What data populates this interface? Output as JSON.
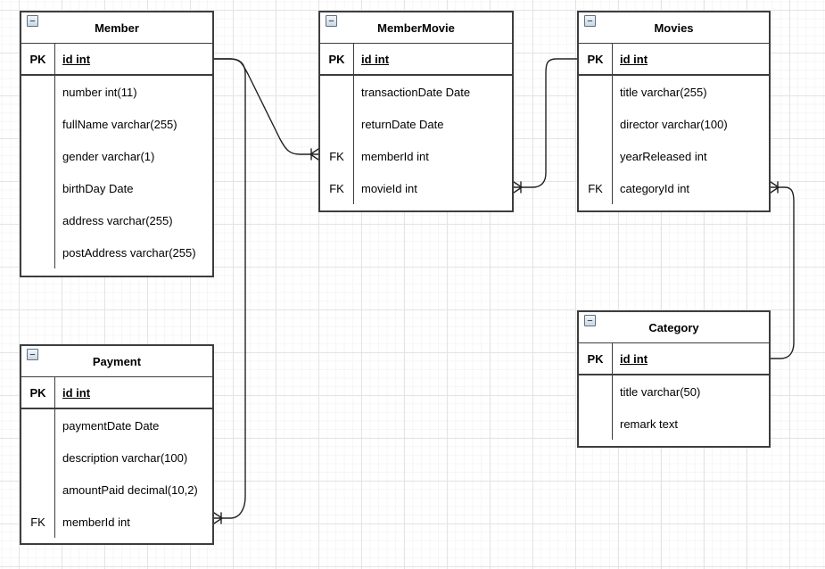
{
  "canvas": {
    "kind": "entity-relationship-diagram",
    "grid_major_color": "#e4e4e4",
    "grid_minor_color": "#f6f6f6",
    "line_color": "#222222",
    "border_color": "#3d3d3d"
  },
  "icons": {
    "collapse": "−"
  },
  "tables": [
    {
      "title": "Member",
      "pk_label": "PK",
      "pk_field": "id int",
      "rows": [
        {
          "key": "",
          "text": "number int(11)"
        },
        {
          "key": "",
          "text": "fullName varchar(255)"
        },
        {
          "key": "",
          "text": "gender varchar(1)"
        },
        {
          "key": "",
          "text": "birthDay Date"
        },
        {
          "key": "",
          "text": "address varchar(255)"
        },
        {
          "key": "",
          "text": "postAddress varchar(255)"
        }
      ]
    },
    {
      "title": "MemberMovie",
      "pk_label": "PK",
      "pk_field": "id int",
      "rows": [
        {
          "key": "",
          "text": "transactionDate Date"
        },
        {
          "key": "",
          "text": "returnDate Date"
        },
        {
          "key": "FK",
          "text": "memberId int"
        },
        {
          "key": "FK",
          "text": "movieId int"
        }
      ]
    },
    {
      "title": "Movies",
      "pk_label": "PK",
      "pk_field": "id int",
      "rows": [
        {
          "key": "",
          "text": "title varchar(255)"
        },
        {
          "key": "",
          "text": "director varchar(100)"
        },
        {
          "key": "",
          "text": "yearReleased int"
        },
        {
          "key": "FK",
          "text": "categoryId int"
        }
      ]
    },
    {
      "title": "Payment",
      "pk_label": "PK",
      "pk_field": "id int",
      "rows": [
        {
          "key": "",
          "text": "paymentDate Date"
        },
        {
          "key": "",
          "text": "description varchar(100)"
        },
        {
          "key": "",
          "text": "amountPaid decimal(10,2)"
        },
        {
          "key": "FK",
          "text": "memberId int"
        }
      ]
    },
    {
      "title": "Category",
      "pk_label": "PK",
      "pk_field": "id int",
      "rows": [
        {
          "key": "",
          "text": "title varchar(50)"
        },
        {
          "key": "",
          "text": "remark text"
        }
      ]
    }
  ],
  "relationships": [
    {
      "from": "Member.id",
      "to": "MemberMovie.memberId",
      "type": "one-to-many"
    },
    {
      "from": "Member.id",
      "to": "Payment.memberId",
      "type": "one-to-many"
    },
    {
      "from": "Movies.id",
      "to": "MemberMovie.movieId",
      "type": "one-to-many"
    },
    {
      "from": "Category.id",
      "to": "Movies.categoryId",
      "type": "one-to-many"
    }
  ]
}
